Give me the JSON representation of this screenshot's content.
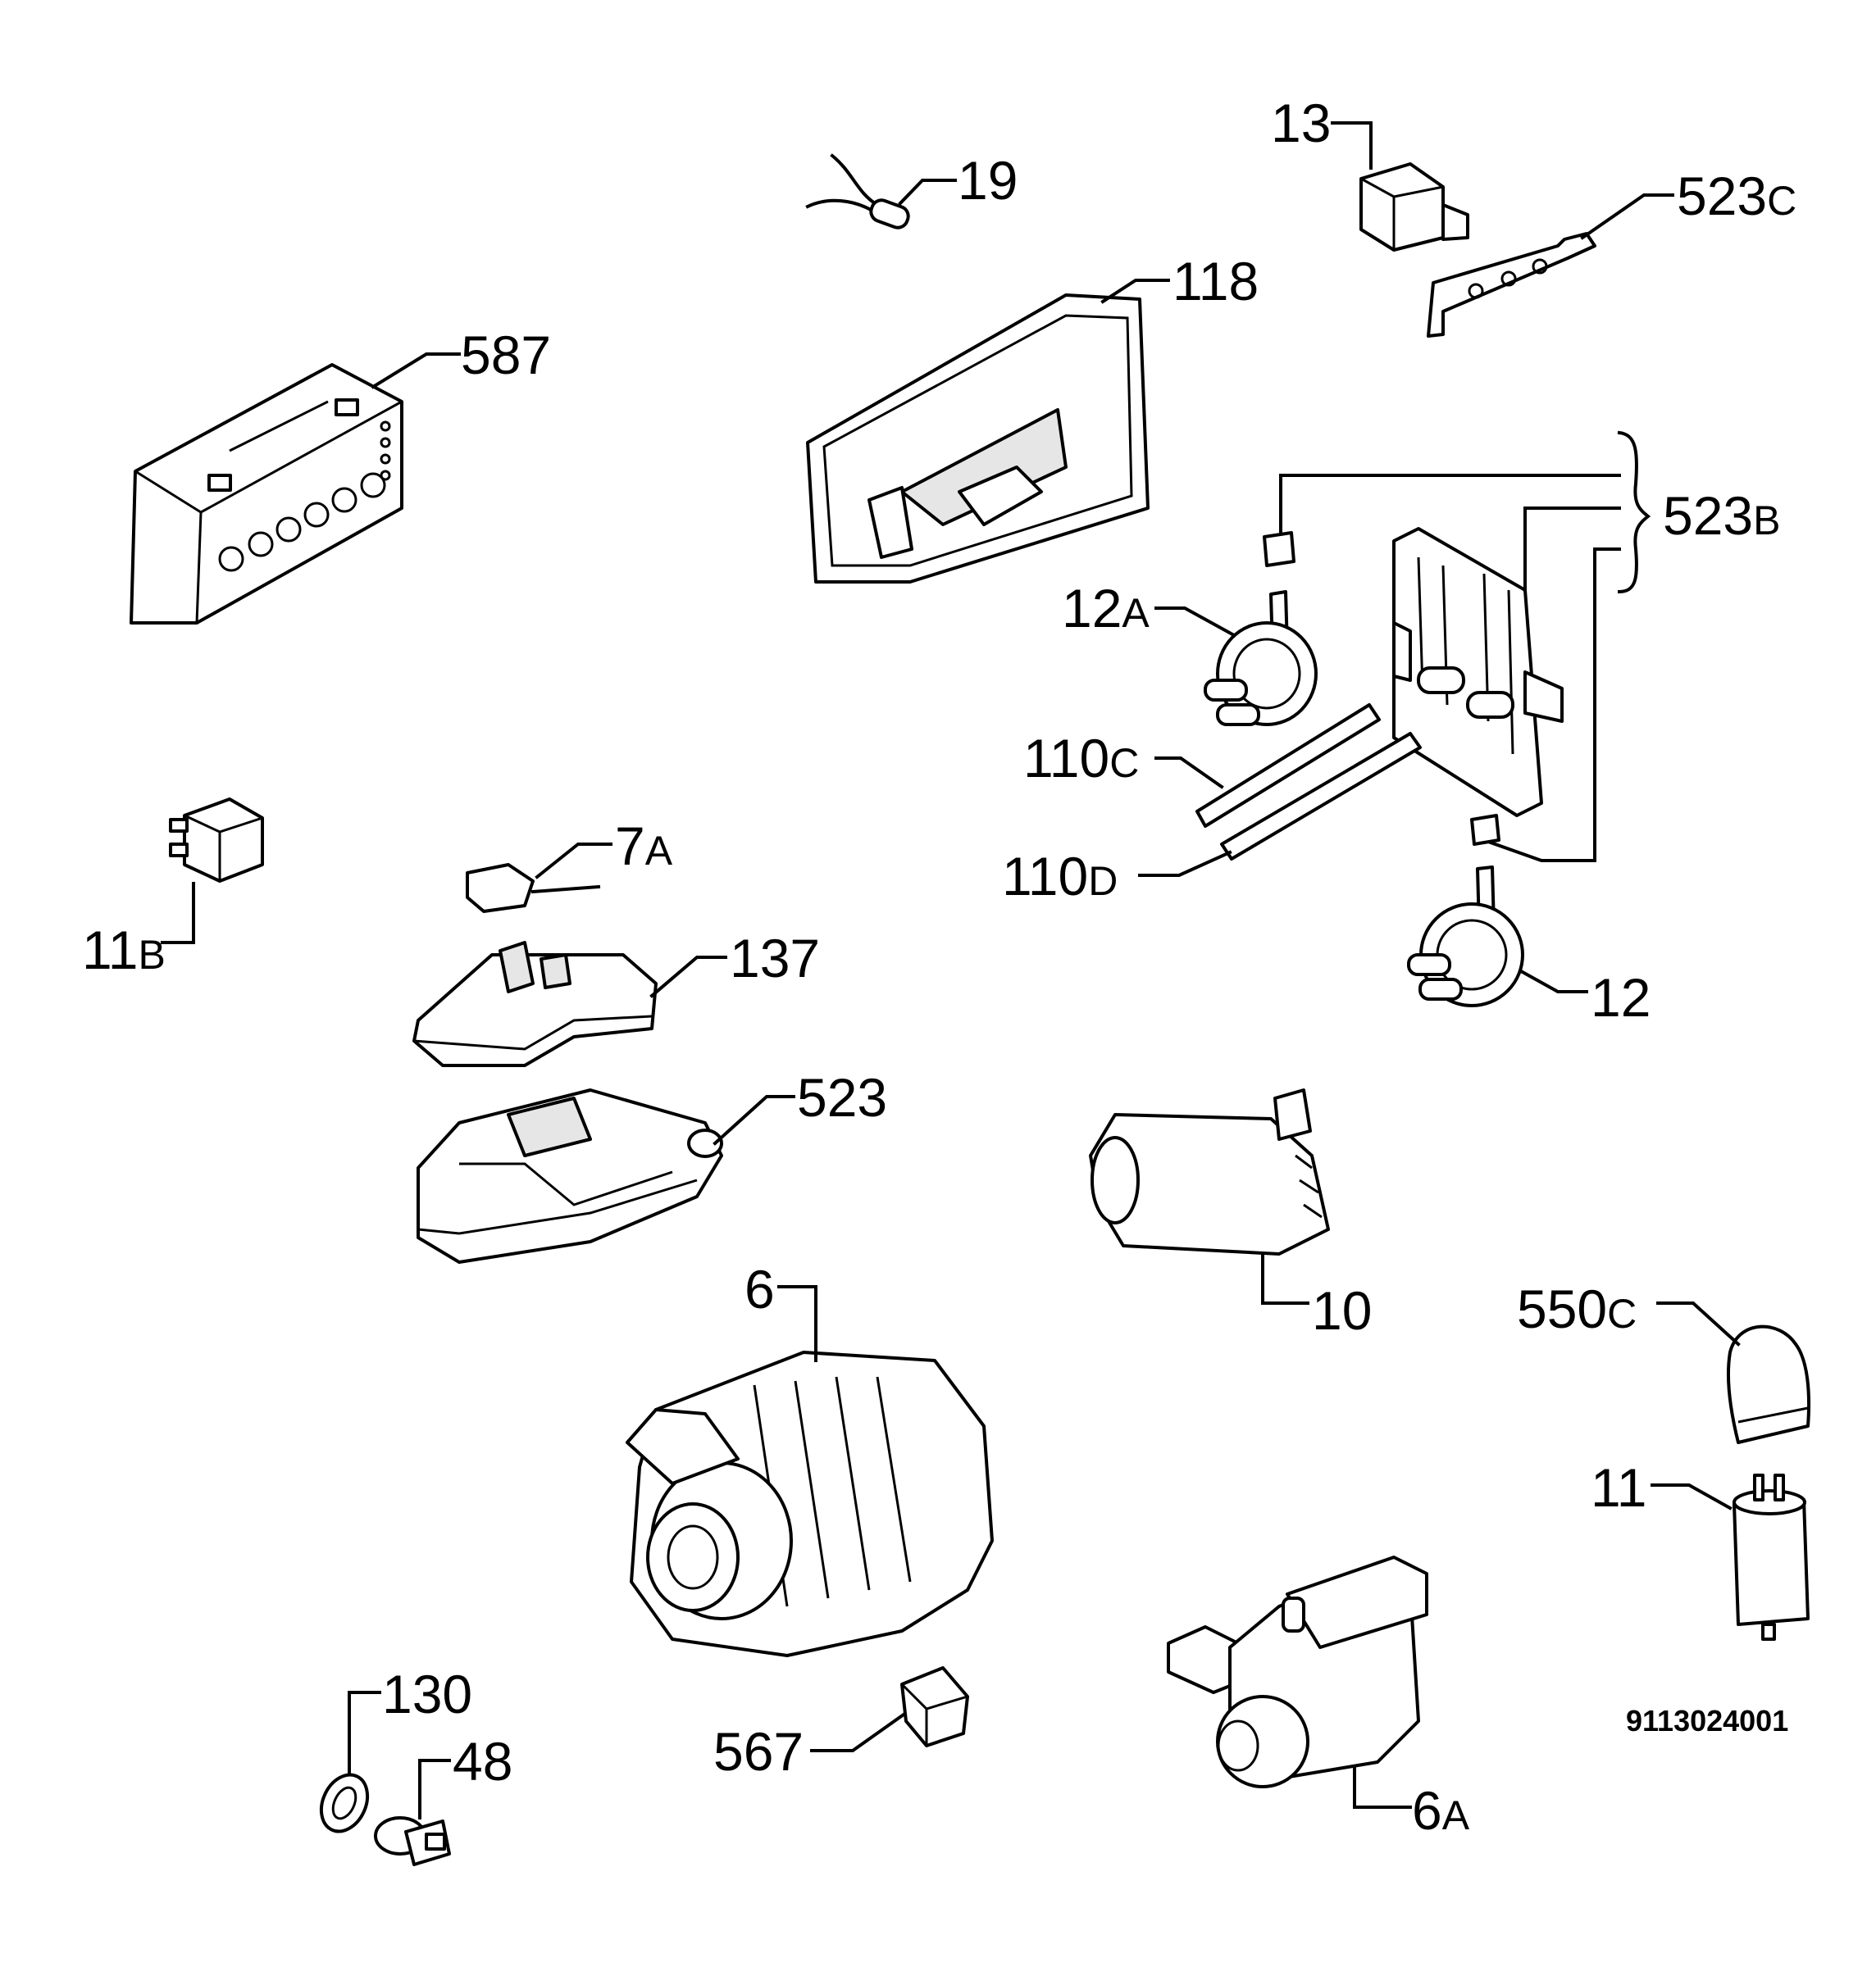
{
  "drawing": {
    "code": "9113024001",
    "colors": {
      "line": "#000000",
      "background": "#ffffff",
      "shade": "#e6e6e6"
    }
  },
  "labels": {
    "p13": {
      "num": "13",
      "suf": ""
    },
    "p19": {
      "num": "19",
      "suf": ""
    },
    "p523c": {
      "num": "523",
      "suf": "C"
    },
    "p118": {
      "num": "118",
      "suf": ""
    },
    "p587": {
      "num": "587",
      "suf": ""
    },
    "p523b": {
      "num": "523",
      "suf": "B"
    },
    "p12a": {
      "num": "12",
      "suf": "A"
    },
    "p110c": {
      "num": "110",
      "suf": "C"
    },
    "p110d": {
      "num": "110",
      "suf": "D"
    },
    "p11b": {
      "num": "11",
      "suf": "B"
    },
    "p7a": {
      "num": "7",
      "suf": "A"
    },
    "p137": {
      "num": "137",
      "suf": ""
    },
    "p12": {
      "num": "12",
      "suf": ""
    },
    "p523": {
      "num": "523",
      "suf": ""
    },
    "p10": {
      "num": "10",
      "suf": ""
    },
    "p550c": {
      "num": "550",
      "suf": "C"
    },
    "p6": {
      "num": "6",
      "suf": ""
    },
    "p11": {
      "num": "11",
      "suf": ""
    },
    "p130": {
      "num": "130",
      "suf": ""
    },
    "p48": {
      "num": "48",
      "suf": ""
    },
    "p567": {
      "num": "567",
      "suf": ""
    },
    "p6a": {
      "num": "6",
      "suf": "A"
    }
  }
}
